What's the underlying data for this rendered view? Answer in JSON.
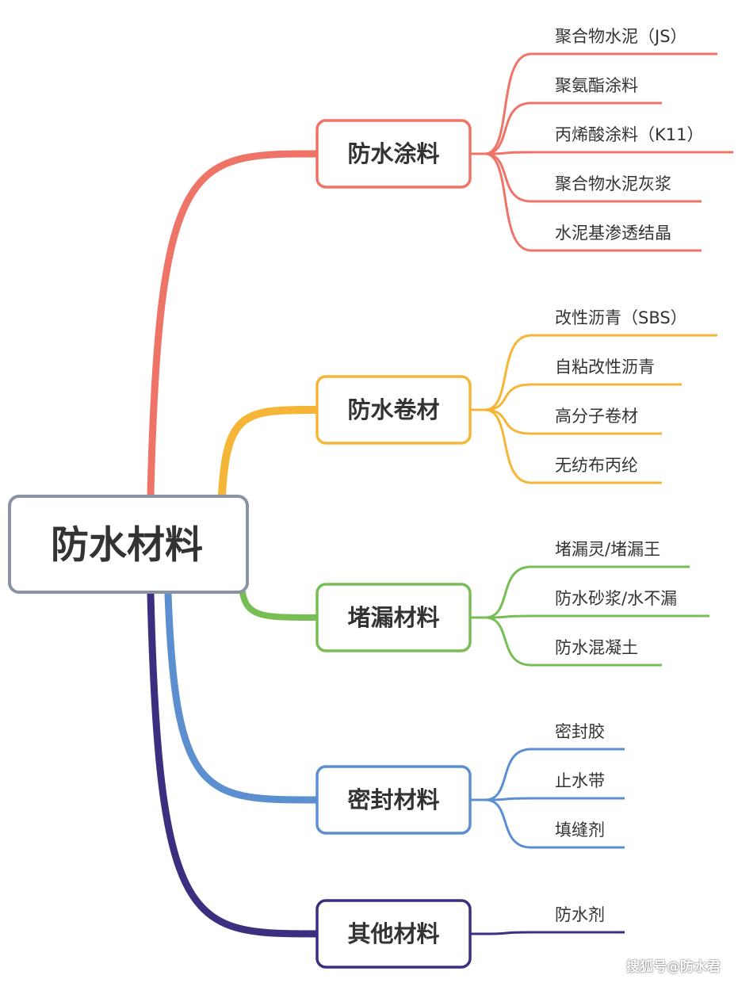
{
  "root": {
    "label": "防水材料",
    "color": "#8A93A3"
  },
  "branches": [
    {
      "label": "防水涂料",
      "color": "#EF7468",
      "leaves": [
        "聚合物水泥（JS）",
        "聚氨酯涂料",
        "丙烯酸涂料（K11）",
        "聚合物水泥灰浆",
        "水泥基渗透结晶"
      ]
    },
    {
      "label": "防水卷材",
      "color": "#F5B638",
      "leaves": [
        "改性沥青（SBS）",
        "自粘改性沥青",
        "高分子卷材",
        "无纺布丙纶"
      ]
    },
    {
      "label": "堵漏材料",
      "color": "#77BE54",
      "leaves": [
        "堵漏灵/堵漏王",
        "防水砂浆/水不漏",
        "防水混凝土"
      ]
    },
    {
      "label": "密封材料",
      "color": "#5B8FD0",
      "leaves": [
        "密封胶",
        "止水带",
        "填缝剂"
      ]
    },
    {
      "label": "其他材料",
      "color": "#3B2F80",
      "leaves": [
        "防水剂"
      ]
    }
  ],
  "watermark": "搜狐号@防水君"
}
